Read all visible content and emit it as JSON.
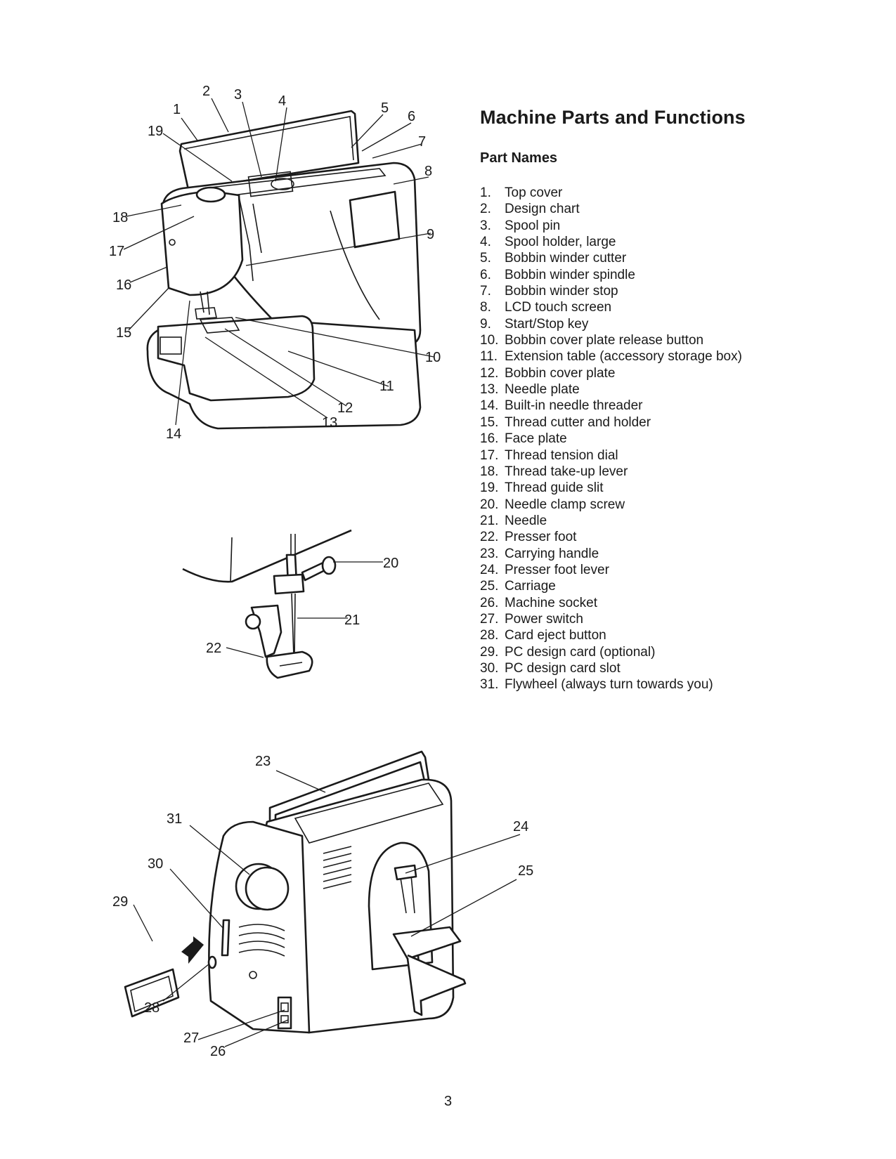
{
  "heading": {
    "title": "Machine Parts and Functions",
    "subtitle": "Part Names"
  },
  "parts": [
    {
      "num": "1.",
      "name": "Top cover"
    },
    {
      "num": "2.",
      "name": "Design chart"
    },
    {
      "num": "3.",
      "name": "Spool pin"
    },
    {
      "num": "4.",
      "name": "Spool holder, large"
    },
    {
      "num": "5.",
      "name": "Bobbin winder cutter"
    },
    {
      "num": "6.",
      "name": "Bobbin winder spindle"
    },
    {
      "num": "7.",
      "name": "Bobbin winder stop"
    },
    {
      "num": "8.",
      "name": "LCD touch screen"
    },
    {
      "num": "9.",
      "name": "Start/Stop key"
    },
    {
      "num": "10.",
      "name": "Bobbin cover plate release button"
    },
    {
      "num": "11.",
      "name": "Extension table (accessory storage box)"
    },
    {
      "num": "12.",
      "name": "Bobbin cover plate"
    },
    {
      "num": "13.",
      "name": "Needle plate"
    },
    {
      "num": "14.",
      "name": "Built-in needle threader"
    },
    {
      "num": "15.",
      "name": "Thread cutter and holder"
    },
    {
      "num": "16.",
      "name": "Face plate"
    },
    {
      "num": "17.",
      "name": "Thread tension dial"
    },
    {
      "num": "18.",
      "name": "Thread take-up lever"
    },
    {
      "num": "19.",
      "name": "Thread guide slit"
    },
    {
      "num": "20.",
      "name": "Needle clamp screw"
    },
    {
      "num": "21.",
      "name": "Needle"
    },
    {
      "num": "22.",
      "name": "Presser foot"
    },
    {
      "num": "23.",
      "name": "Carrying handle"
    },
    {
      "num": "24.",
      "name": "Presser foot lever"
    },
    {
      "num": "25.",
      "name": "Carriage"
    },
    {
      "num": "26.",
      "name": "Machine socket"
    },
    {
      "num": "27.",
      "name": "Power switch"
    },
    {
      "num": "28.",
      "name": "Card eject button"
    },
    {
      "num": "29.",
      "name": "PC design card (optional)"
    },
    {
      "num": "30.",
      "name": "PC design card slot"
    },
    {
      "num": "31.",
      "name": "Flywheel (always turn towards you)"
    }
  ],
  "callouts": {
    "front": [
      "1",
      "2",
      "3",
      "4",
      "5",
      "6",
      "7",
      "8",
      "9",
      "10",
      "11",
      "12",
      "13",
      "14",
      "15",
      "16",
      "17",
      "18",
      "19"
    ],
    "needle": [
      "20",
      "21",
      "22"
    ],
    "rear": [
      "23",
      "24",
      "25",
      "26",
      "27",
      "28",
      "29",
      "30",
      "31"
    ]
  },
  "page_number": "3"
}
